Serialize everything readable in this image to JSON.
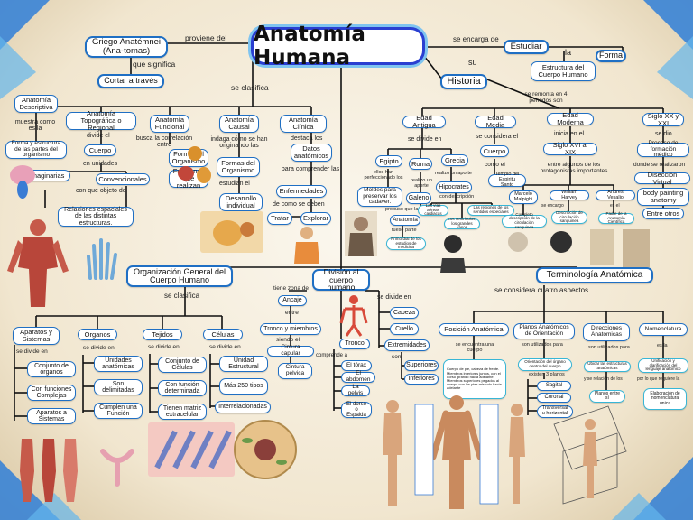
{
  "title": "Anatomía Humana",
  "griego": "Griego Anatémnei (Ana-tomas)",
  "proviene": "proviene del",
  "que_significa": "que significa",
  "cortar": "Cortar a través",
  "se_clasifica": "se clasifica",
  "se_clasifica2": "se clasifica",
  "tipos": {
    "descriptiva": "Anatomía Descriptiva",
    "topografica": "Anatomía Topográfica o Regional",
    "funcional": "Anatomía Funcional",
    "causal": "Anatomía Causal",
    "clinica": "Anatomía Clínica"
  },
  "descriptiva": {
    "muestra": "muestra como es la",
    "forma": "Forma y estructura de las partes del organismo"
  },
  "topografica": {
    "divide": "divide el",
    "cuerpo": "Cuerpo",
    "en_unidades": "en unidades",
    "imaginarias": "Imaginarias",
    "convencionales": "Convencionales",
    "con_que_objeto": "con que objeto de",
    "relaciones": "Relaciones espaciales de las distintas estructuras."
  },
  "funcional": {
    "busca": "busca la correlación entre",
    "forma": "Forma del Organismo",
    "funciones": "Funciones que realizan"
  },
  "causal": {
    "indaga": "indaga cómo se han originando las",
    "formas": "Formas del Organismo",
    "estudia": "estudian el",
    "desarrollo": "Desarrollo individual"
  },
  "clinica": {
    "destaca": "destaca los",
    "datos": "Datos anatómicos",
    "para_comprender": "para comprender las",
    "enfermedades": "Enfermedades",
    "de_como": "de como se deben",
    "tratar": "Tratar",
    "explorar": "Explorar"
  },
  "historia": {
    "se_encarga": "se encarga de",
    "estudiar": "Estudiar",
    "la": "la",
    "forma": "Forma",
    "su": "su",
    "estructura": "Estructura del Cuerpo Humano",
    "label": "Historia",
    "remonta": "se remonta en 4 periodos son",
    "antigua": "Edad Antigua",
    "media": "Edad Media",
    "moderna": "Edad Moderna",
    "xx": "Siglo XX y XXI",
    "divide_en": "se divide en",
    "egipto": "Egipto",
    "roma": "Roma",
    "grecia": "Grecia",
    "ellos_han": "ellos han perfeccionado los",
    "moldes": "Moldes para preservar los cadaver.",
    "realizo_un": "realizo un aporte",
    "galeno": "Galeno",
    "propuso": "propuso que la",
    "anatomia": "Anatomía",
    "fuese_parte": "fuese parte",
    "primordial": "Primordial de los estudios de medicina",
    "realizo_aporte": "realizo un aporte",
    "hipocrates": "Hipocrates",
    "con_descripcion": "con descripción",
    "vias": "Las vías aéreas cardiacas",
    "ventriculos": "Los ventriculos, los grandes vasos",
    "regiones": "Las regiones de los sentidos especiales",
    "se_considera": "se considera el",
    "cuerpo": "Cuerpo",
    "como_el": "como el",
    "templo": "Templo del Espiritu Santo",
    "inicia": "inicia en el",
    "siglo_xvi": "Siglo XVI al XIX",
    "entre_algunos": "entre algunos de los protagonistas importantes",
    "malpighi": "Marcelo Malpighi",
    "harvey": "William Harvey",
    "vesalio": "Andrés Vesalio",
    "se_encargo": "se encargo",
    "desc_circulacion": "Completo descripción de la circulación sanguinea",
    "desc_circulacion2": "Descripción de circulación sanguinea",
    "padre": "Padre de la Anatomía Científica",
    "es_el": "es el",
    "se_dio": "se dio",
    "proceso": "Proceso de formación médico",
    "donde": "donde se realizaron",
    "diseccion": "Disección Virtual",
    "body": "body painting anatomy",
    "otros": "Entre otros"
  },
  "organizacion": {
    "label": "Organización General del Cuerpo Humano",
    "aparatos": "Aparatos y Sistemas",
    "organos": "Organos",
    "tejidos": "Tejidos",
    "celulas": "Células",
    "divide_en": "se divide en",
    "conjunto_organos": "Conjunto de órganos",
    "funciones_complejas": "Con funciones Complejas",
    "aparatos_sistemas": "Aparatos a Sistemas",
    "unidades": "Unidades anatómicas",
    "delimitadas": "Son delimitadas",
    "cumplen": "Cumplen una Función",
    "conjunto_celulas": "Conjunto de Células",
    "funcion_determinada": "Con función determinada",
    "matriz": "Tienen matriz extracelular",
    "unidad": "Unidad Estructural",
    "mas250": "Más 250 tipos",
    "interrelacionadas": "Interrelacionadas"
  },
  "division": {
    "label": "División al cuerpo humano",
    "tiene_zona": "tiene zona de",
    "ancaje": "Ancaje",
    "entre": "entre",
    "tronco_miembros": "Tronco y miembros",
    "siendo": "siendo el",
    "cintura_capular": "Cintura capular",
    "cintura_pelvica": "Cintura pelvica",
    "se_divide": "se divide en",
    "cabeza": "Cabeza",
    "cuello": "Cuello",
    "extremidades": "Extremidades",
    "son": "son",
    "superiores": "Superiores",
    "inferiores": "Inferiores",
    "tronco": "Tronco",
    "comprende": "comprende a",
    "torax": "El tórax",
    "abdomen": "El abdomen",
    "pelvis": "La pelvis",
    "dorso": "El dorso o Espalda"
  },
  "terminologia": {
    "label": "Terminología Anatómica",
    "considera": "se considera cuatro aspectos",
    "posicion": "Posición Anatómica",
    "planos": "Planos Anatómicos de Orientación",
    "direcciones": "Direcciones Anatómicas",
    "nomenclatura": "Nomenclatura",
    "encuentra": "se encuentra una cuerpo",
    "cuerpo_pie": "Cuerpo de pie, cabeza de frente. Miembros inferiores juntos, con el dorso girando hacia adelante. Miembros superiores pegados al cuerpo con los pies mirando hacia adelante",
    "utilizados": "son utilizados para",
    "orientacion": "Orientación del órgano dentro del cuerpo",
    "existen": "existen 3 planos",
    "sagital": "Sagital",
    "coronal": "Coronal",
    "transversal": "Transversal u horizontal",
    "utilizados2": "son utilizados para",
    "ubicar": "Ubicar las estructuras anatómicas",
    "relacion": "y se relación de los",
    "planos_entre": "Planos entre sí",
    "es_la": "es la",
    "unificacion": "Unificación y clarificación del lenguaje anatómico",
    "por_lo_que": "por lo que requiere la",
    "elaboracion": "Elaboración de nomenclatura única"
  },
  "colors": {
    "border": "#1f6fc4",
    "cyan": "#38b6d6",
    "line": "#111111",
    "title_border": "#2a3fd1",
    "corner_blue": "#2f7fd8"
  }
}
